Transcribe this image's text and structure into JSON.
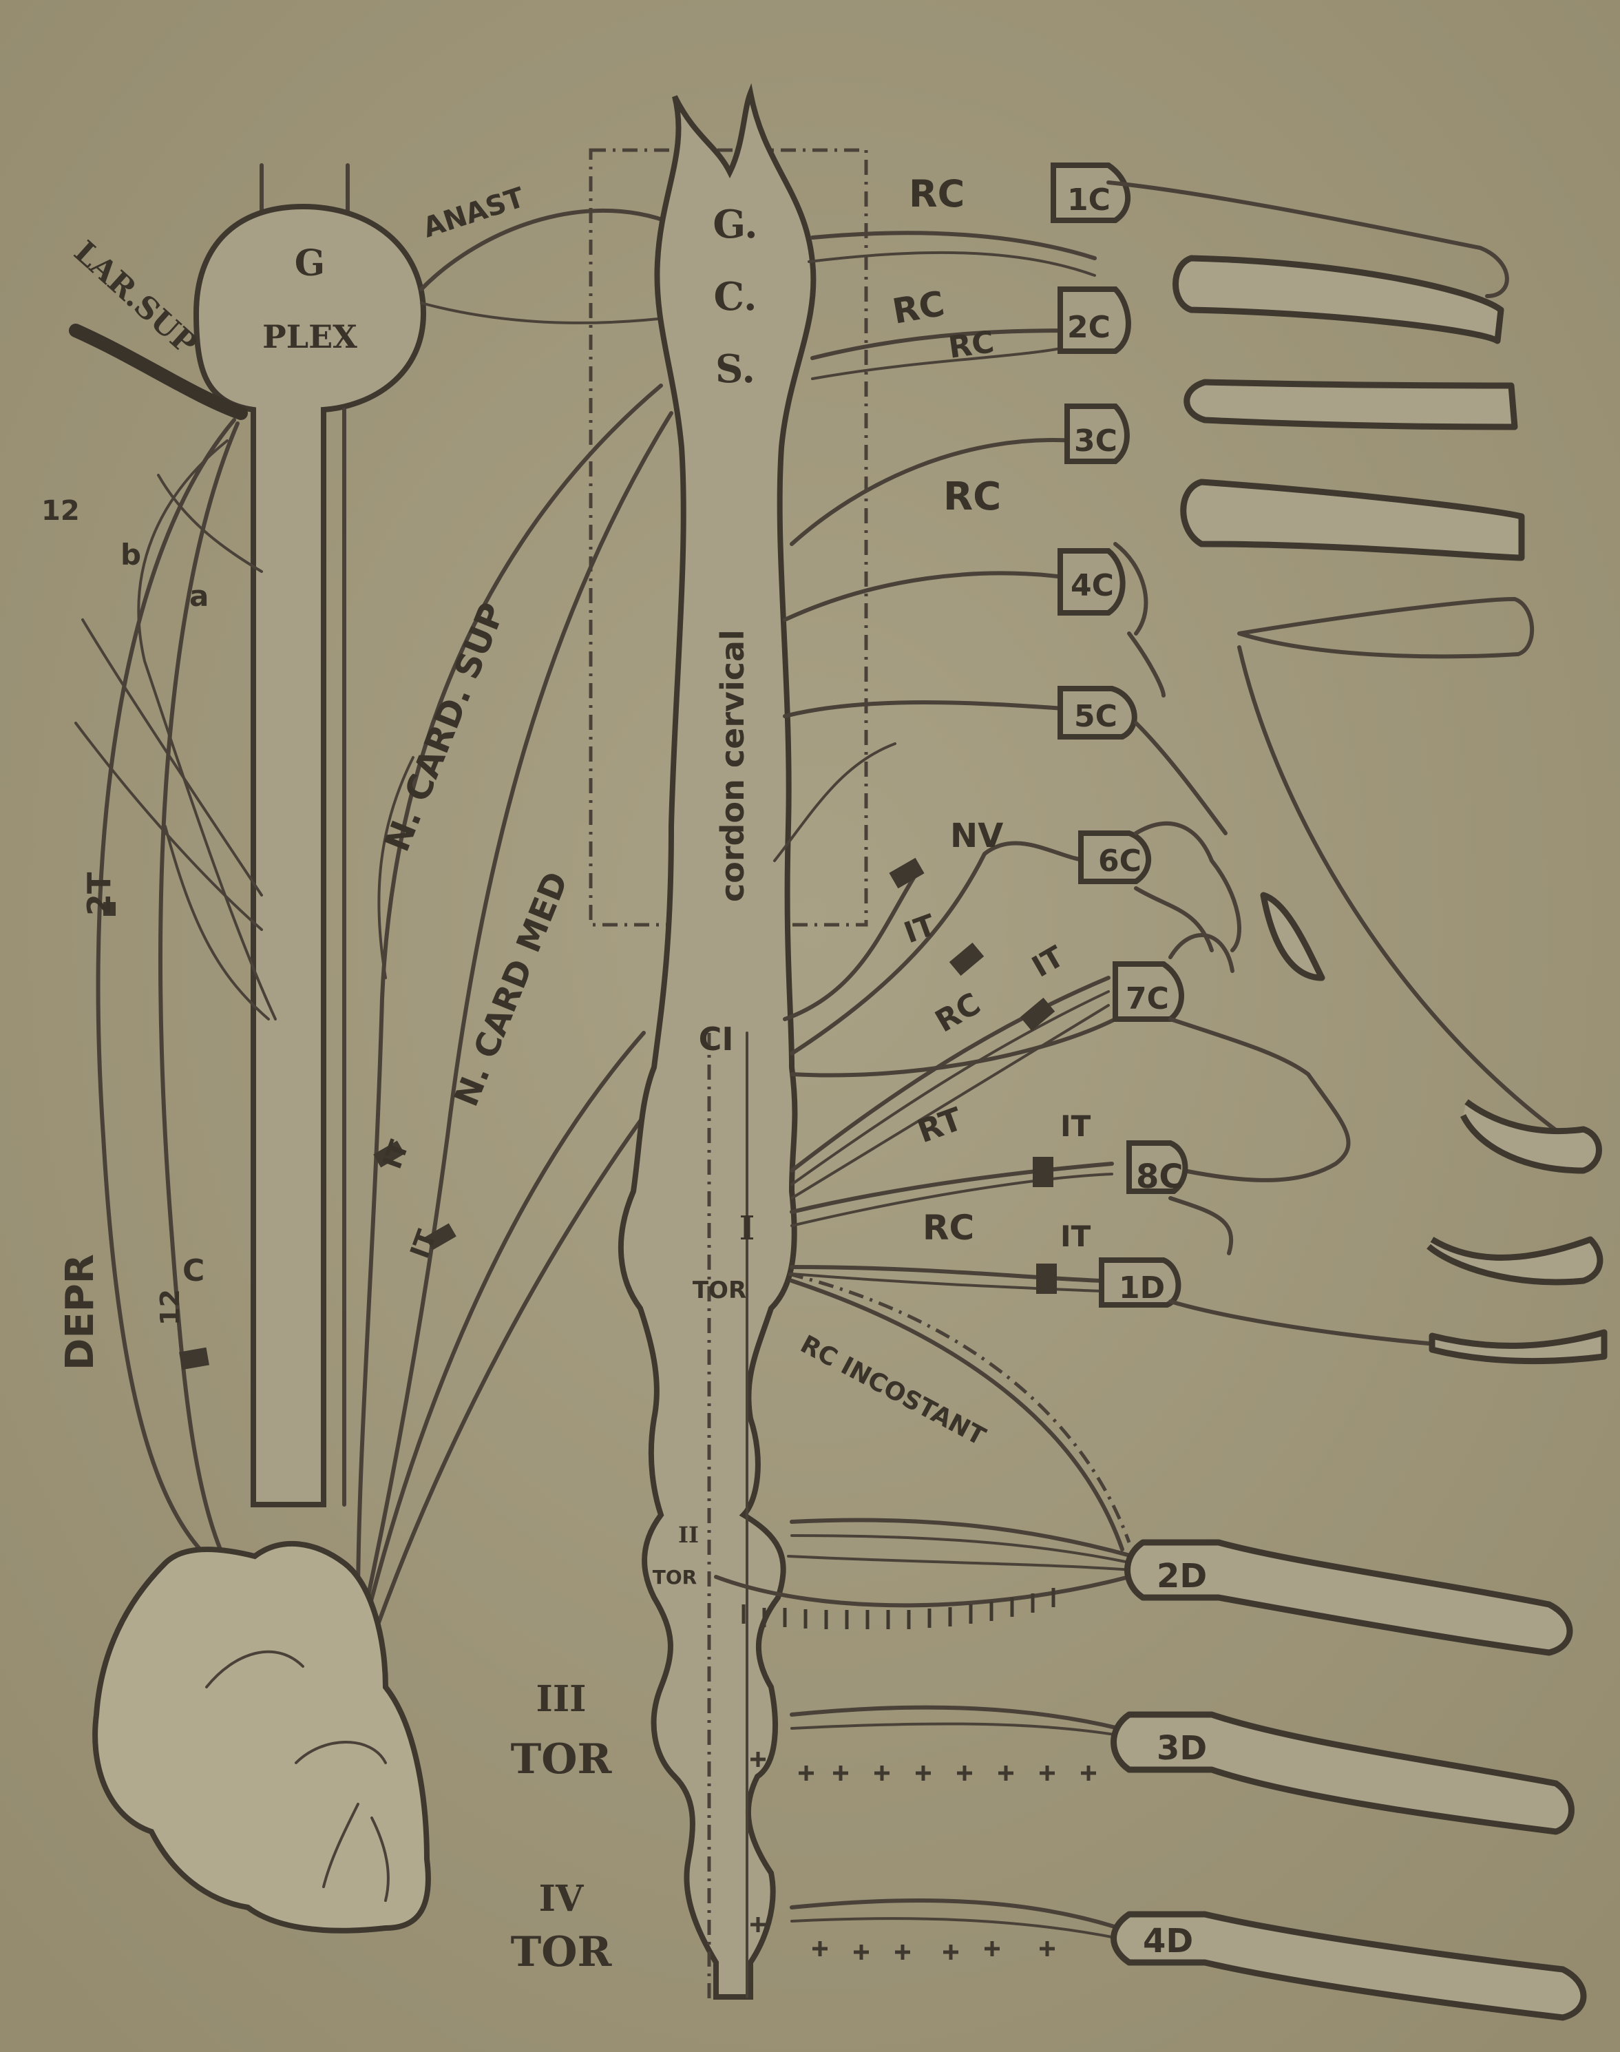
{
  "labels": {
    "g_plex_top": "G",
    "g_plex_bottom": "PLEX",
    "lar_sup": "LAR.SUP",
    "anast": "ANAST",
    "rc": "RC",
    "ggs_1": "G.",
    "ggs_2": "C.",
    "ggs_3": "S.",
    "cordon_cervical": "cordon cervical",
    "n_card_sup": "N. CARD. SUP",
    "n_card_med": "N. CARD MED",
    "n_12": "12",
    "n_b": "b",
    "n_a": "a",
    "n_2t": "2T",
    "n_it": "IT",
    "depr": "DEPR",
    "nv": "NV",
    "rt": "RT",
    "ci": "CI",
    "tor_i_num": "I",
    "tor": "TOR",
    "tor_ii_num": "II",
    "tor_iii_num": "III",
    "tor_iv_num": "IV",
    "rc_incostant": "RC INCOSTANT",
    "c_mark": "C",
    "vertebrae": [
      "1C",
      "2C",
      "3C",
      "4C",
      "5C",
      "6C",
      "7C",
      "8C",
      "1D",
      "2D",
      "3D",
      "4D"
    ]
  }
}
